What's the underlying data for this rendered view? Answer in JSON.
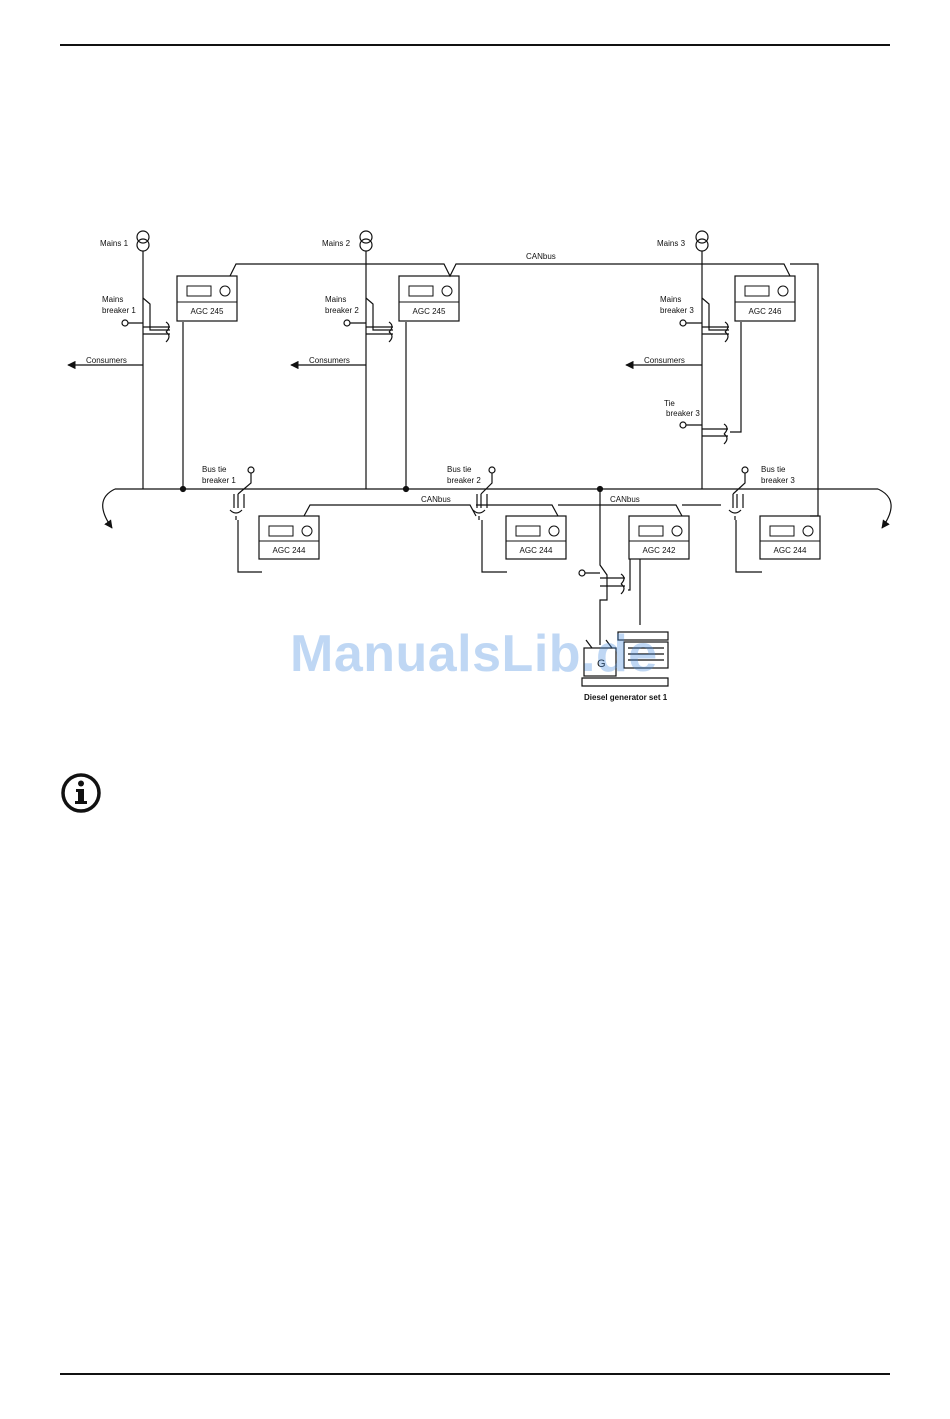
{
  "diagram": {
    "mains": [
      "Mains 1",
      "Mains 2",
      "Mains 3"
    ],
    "mains_breaker_lines": [
      [
        "Mains",
        "breaker 1"
      ],
      [
        "Mains",
        "breaker 2"
      ],
      [
        "Mains",
        "breaker 3"
      ]
    ],
    "consumers": [
      "Consumers",
      "Consumers",
      "Consumers"
    ],
    "tie_breaker_lines": [
      "Tie",
      "breaker 3"
    ],
    "bus_tie_lines": [
      [
        "Bus tie",
        "breaker 1"
      ],
      [
        "Bus tie",
        "breaker 2"
      ],
      [
        "Bus tie",
        "breaker 3"
      ]
    ],
    "canbus_labels": [
      "CANbus",
      "CANbus",
      "CANbus"
    ],
    "controllers_top": [
      "AGC 245",
      "AGC 245",
      "AGC 246"
    ],
    "controllers_bottom": [
      "AGC 244",
      "AGC 244",
      "AGC 242",
      "AGC 244"
    ],
    "generator_label": "Diesel generator set 1",
    "generator_symbol": "G"
  },
  "watermark": "ManualsLib.de",
  "icons": {
    "note": "info-icon"
  },
  "colors": {
    "line": "#111111",
    "watermark": "#4a8fe0"
  }
}
